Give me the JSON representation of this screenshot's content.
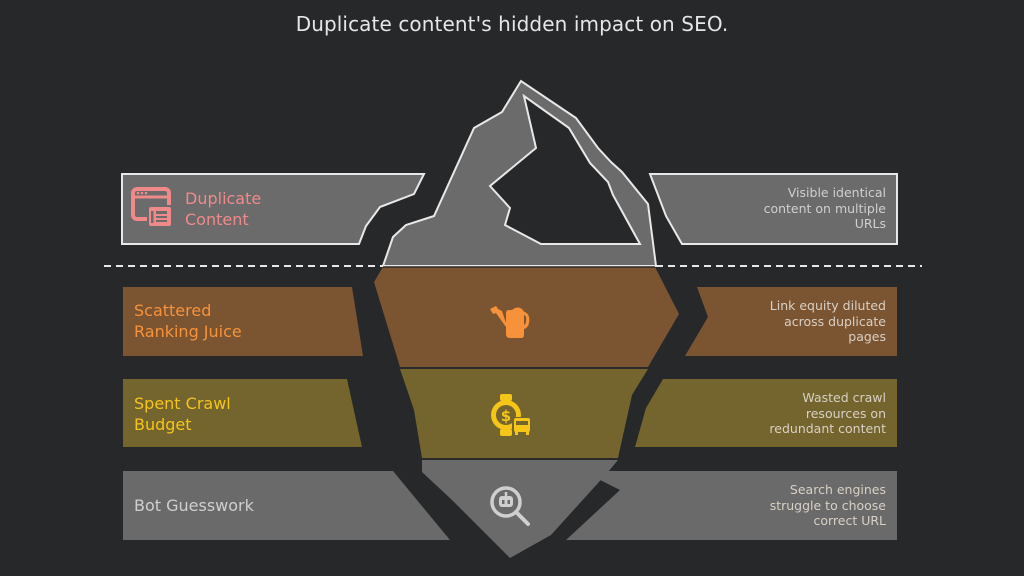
{
  "title": "Duplicate content's hidden impact on SEO.",
  "colors": {
    "background": "#27282a",
    "tip_gray": "#6b6b6b",
    "layer1_brown": "#7b5532",
    "layer2_olive": "#74642d",
    "layer3_gray": "#6a6a6a",
    "pink_accent": "#f08a8a",
    "orange_accent": "#f7923a",
    "yellow_accent": "#f5c518",
    "light_gray_accent": "#cfcfcf"
  },
  "layers": [
    {
      "label": "Duplicate Content",
      "label_lines": [
        "Duplicate",
        "Content"
      ],
      "description_lines": [
        "Visible identical",
        "content on multiple",
        "URLs"
      ],
      "icon": "duplicate-pages-icon",
      "position": "above-waterline"
    },
    {
      "label": "Scattered Ranking Juice",
      "label_lines": [
        "Scattered",
        "Ranking Juice"
      ],
      "description_lines": [
        "Link equity diluted",
        "across duplicate",
        "pages"
      ],
      "icon": "watering-can-icon",
      "position": "below-waterline"
    },
    {
      "label": "Spent Crawl Budget",
      "label_lines": [
        "Spent Crawl",
        "Budget"
      ],
      "description_lines": [
        "Wasted crawl",
        "resources on",
        "redundant content"
      ],
      "icon": "money-time-bus-icon",
      "position": "below-waterline"
    },
    {
      "label": "Bot Guesswork",
      "label_lines": [
        "Bot Guesswork"
      ],
      "description_lines": [
        "Search engines",
        "struggle to choose",
        "correct URL"
      ],
      "icon": "robot-search-icon",
      "position": "below-waterline"
    }
  ]
}
